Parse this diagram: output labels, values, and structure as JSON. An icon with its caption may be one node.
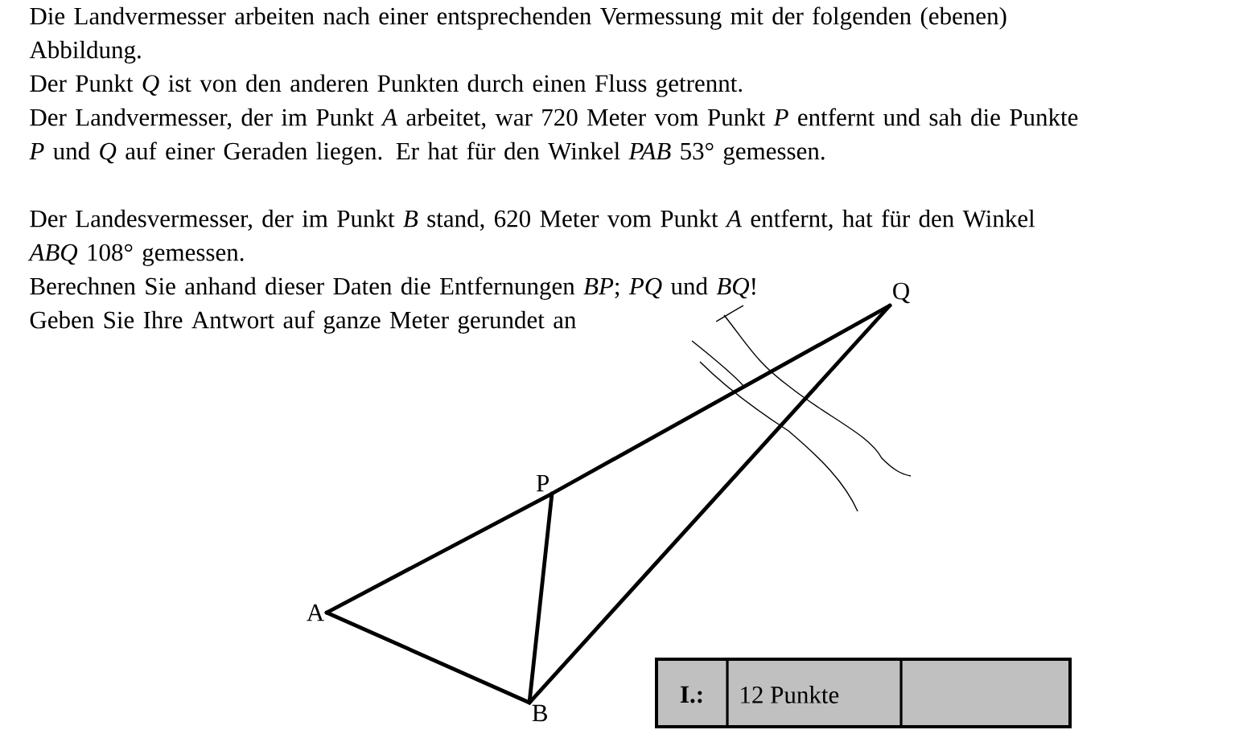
{
  "diagram": {
    "nodes": [
      {
        "text": [
          "P"
        ]
      },
      {
        "text": [
          "Q"
        ]
      },
      {
        "text": [
          "A"
        ]
      },
      {
        "text": [
          "B"
        ]
      }
    ],
    "edges": [
      {
        "from": 2,
        "to": 0,
        "arrow": "none"
      },
      {
        "from": 0,
        "to": 1,
        "arrow": "none"
      },
      {
        "from": 2,
        "to": 3,
        "arrow": "none"
      },
      {
        "from": 3,
        "to": 0,
        "arrow": "none"
      },
      {
        "from": 3,
        "to": 1,
        "arrow": "none"
      }
    ],
    "labels": [
      "Die Landvermesser arbeiten nach einer entsprechenden Vermessung mit der folgenden (ebenen) Abbildung.",
      "Der Punkt *Q* ist von den anderen Punkten durch einen Fluss getrennt.",
      "Der Landvermesser, der im Punkt *A* arbeitet, war 720 Meter vom Punkt *P* entfernt und sah die Punkte *P* und *Q* auf einer Geraden liegen. Er hat für den Winkel *PAB* 53° gemessen.",
      "Der Landesvermesser, der im Punkt *B* stand, 620 Meter vom Punkt *A* entfernt, hat für den Winkel *ABQ* 108° gemessen.",
      "Berechnen Sie anhand dieser Daten die Entfernungen *BP*; *PQ* und *BQ*!",
      "Geben Sie Ihre Antwort auf ganze Meter gerundet an",
      "I.:",
      "12 Punkte"
    ]
  }
}
